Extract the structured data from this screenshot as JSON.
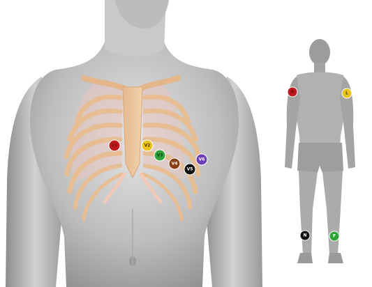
{
  "electrodes": [
    {
      "id": "v1",
      "label": "V1",
      "color": "#c0181b",
      "text_color": "#7a1214"
    },
    {
      "id": "v2",
      "label": "V2",
      "color": "#e9c21b",
      "text_color": "#4a3a00"
    },
    {
      "id": "v3",
      "label": "V3",
      "color": "#2fa33a",
      "text_color": "#0a3d10"
    },
    {
      "id": "v4",
      "label": "V4",
      "color": "#8a3e14",
      "text_color": "#ffffff"
    },
    {
      "id": "v5",
      "label": "V5",
      "color": "#111111",
      "text_color": "#ffffff"
    },
    {
      "id": "v6",
      "label": "V6",
      "color": "#6b3fb5",
      "text_color": "#ffffff"
    },
    {
      "id": "ra",
      "label": "R",
      "color": "#c0181b",
      "text_color": "#6d0e10"
    },
    {
      "id": "la",
      "label": "L",
      "color": "#e9c21b",
      "text_color": "#5a4500"
    },
    {
      "id": "rl",
      "label": "N",
      "color": "#111111",
      "text_color": "#ffffff"
    },
    {
      "id": "ll",
      "label": "F",
      "color": "#2fa33a",
      "text_color": "#ffffff"
    }
  ]
}
